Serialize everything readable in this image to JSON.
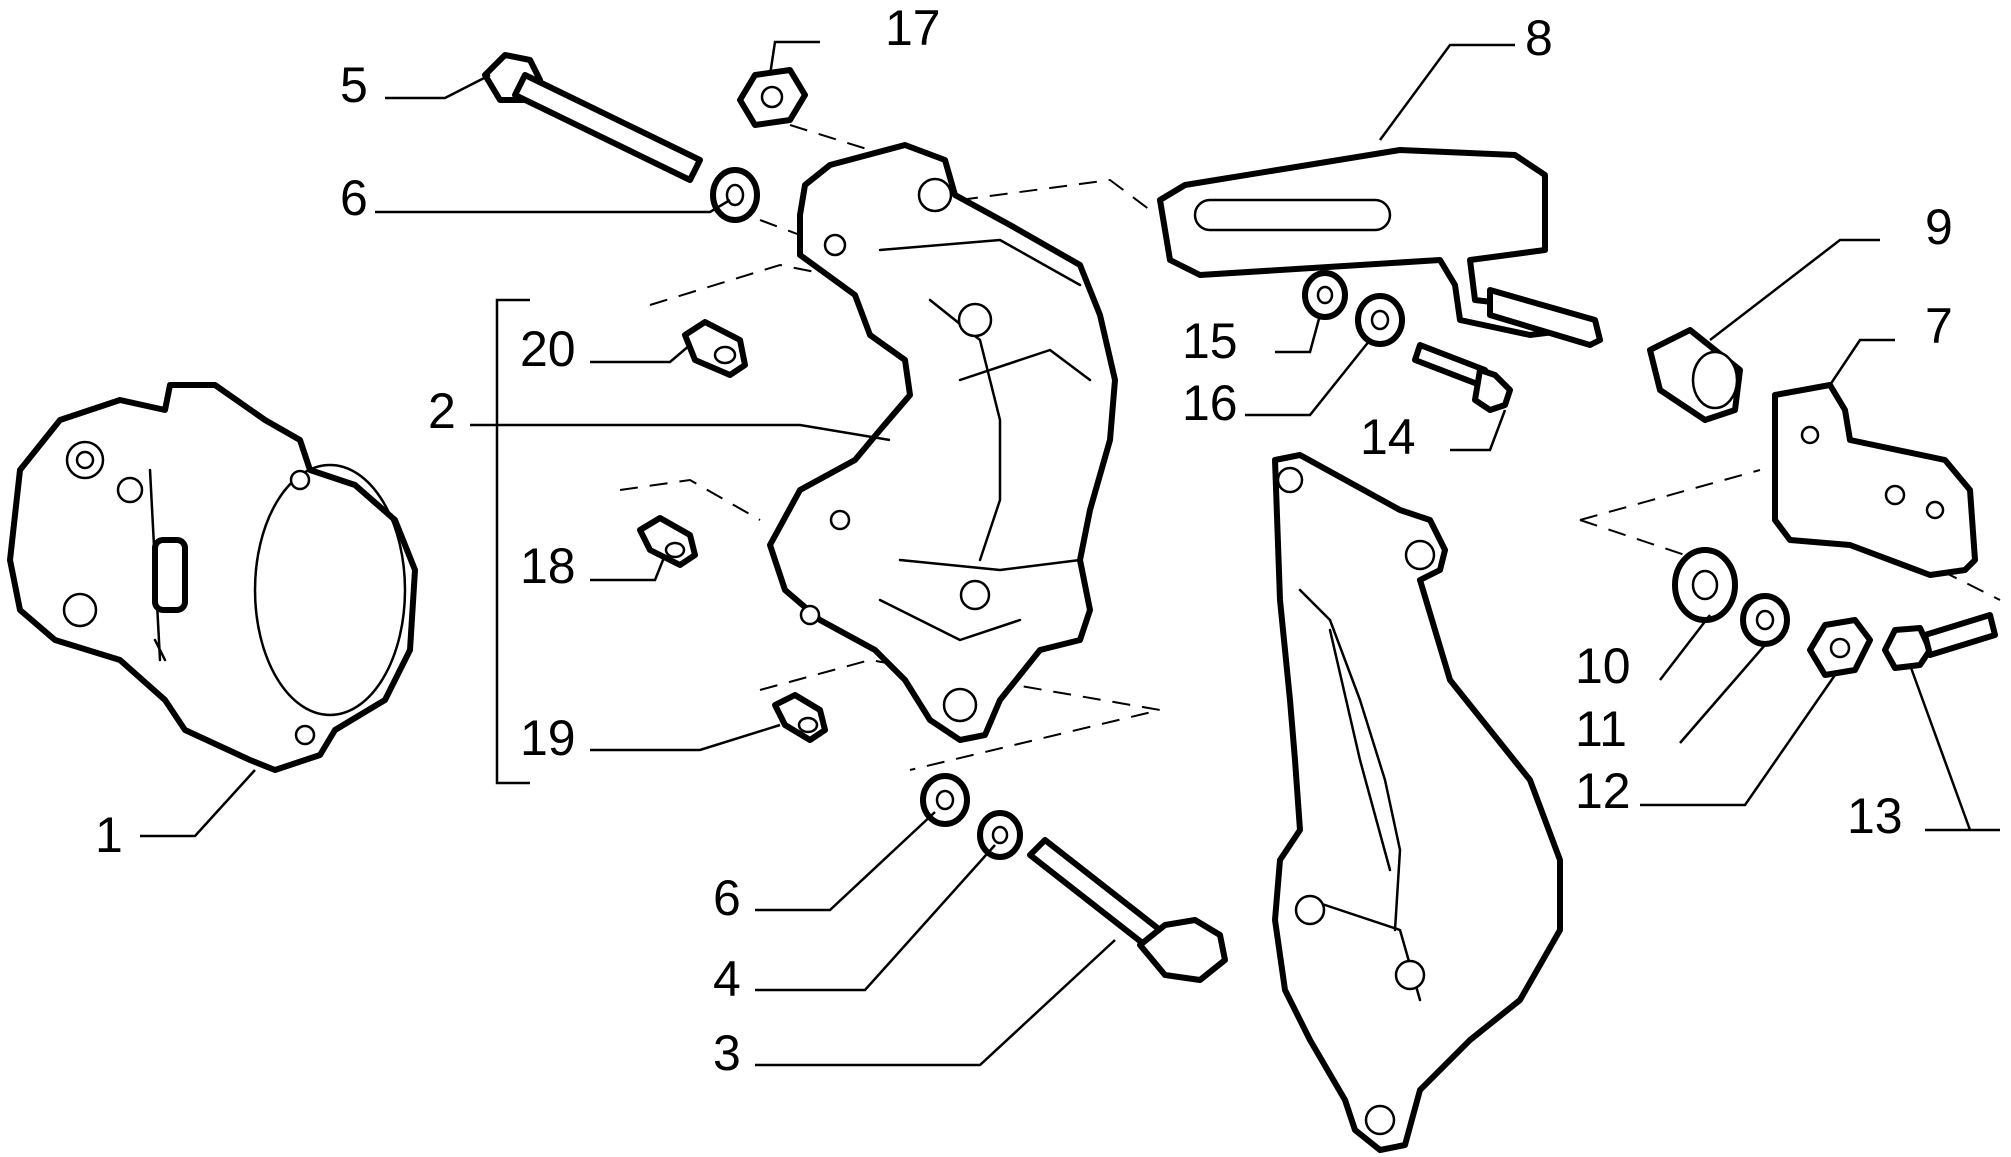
{
  "callouts": {
    "c1": "1",
    "c2": "2",
    "c3": "3",
    "c4": "4",
    "c5": "5",
    "c6a": "6",
    "c6b": "6",
    "c7": "7",
    "c8": "8",
    "c9": "9",
    "c10": "10",
    "c11": "11",
    "c12": "12",
    "c13": "13",
    "c14": "14",
    "c15": "15",
    "c16": "16",
    "c17": "17",
    "c18": "18",
    "c19": "19",
    "c20": "20"
  },
  "colors": {
    "line": "#000000",
    "background": "#ffffff"
  }
}
